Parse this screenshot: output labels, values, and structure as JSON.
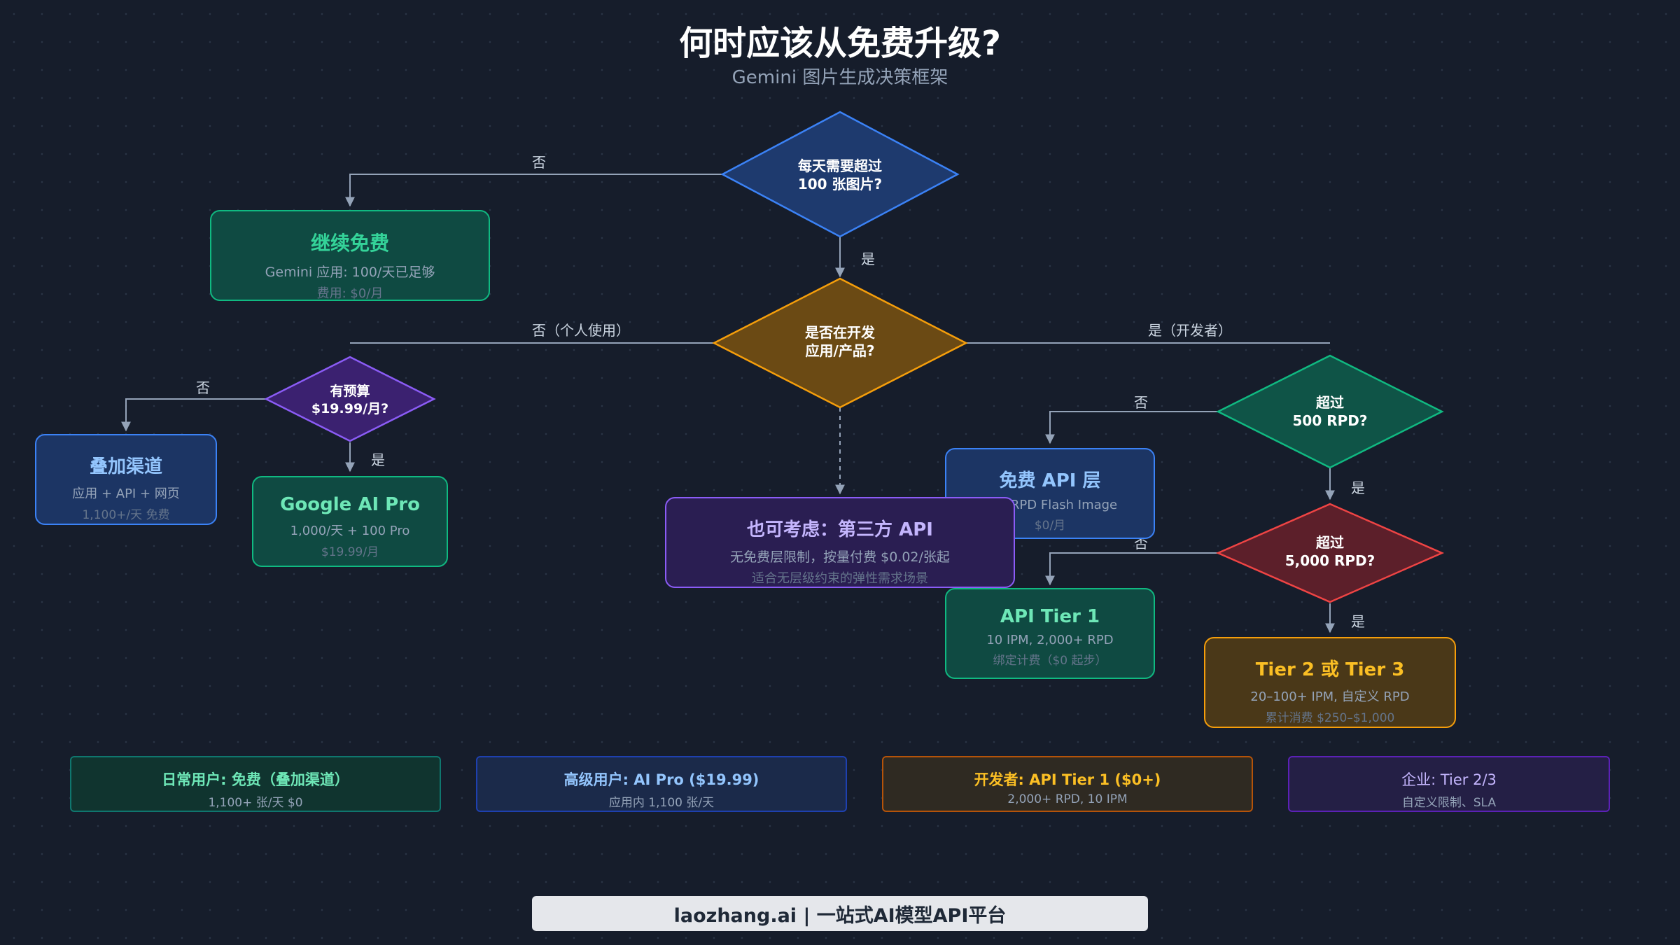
{
  "header": {
    "title": "何时应该从免费升级?",
    "subtitle": "Gemini 图片生成决策框架"
  },
  "colors": {
    "background": "#161d2b",
    "blue": "#3b82f6",
    "orange": "#f59e0b",
    "green": "#10b981",
    "purple": "#8b5cf6",
    "red": "#ef4444"
  },
  "decisions": {
    "d1": {
      "line1": "每天需要超过",
      "line2": "100 张图片?"
    },
    "d2": {
      "line1": "是否在开发",
      "line2": "应用/产品?"
    },
    "d3": {
      "line1": "有预算",
      "line2": "$19.99/月?"
    },
    "d4": {
      "line1": "超过",
      "line2": "500 RPD?"
    },
    "d5": {
      "line1": "超过",
      "line2": "5,000 RPD?"
    }
  },
  "results": {
    "free": {
      "title": "继续免费",
      "line1": "Gemini 应用: 100/天已足够",
      "line2": "费用: $0/月"
    },
    "stack": {
      "title": "叠加渠道",
      "line1": "应用 + API + 网页",
      "line2": "1,100+/天 免费"
    },
    "pro": {
      "title": "Google AI Pro",
      "line1": "1,000/天 + 100 Pro",
      "line2": "$19.99/月"
    },
    "freeapi": {
      "title": "免费 API 层",
      "line1": "500 RPD Flash Image",
      "line2": "$0/月"
    },
    "thirdparty": {
      "title": "也可考虑：第三方 API",
      "line1": "无免费层限制，按量付费 $0.02/张起",
      "line2": "适合无层级约束的弹性需求场景"
    },
    "tier1": {
      "title": "API Tier 1",
      "line1": "10 IPM, 2,000+ RPD",
      "line2": "绑定计费（$0 起步）"
    },
    "tier23": {
      "title": "Tier 2 或 Tier 3",
      "line1": "20–100+ IPM, 自定义 RPD",
      "line2": "累计消费 $250–$1,000"
    }
  },
  "edge_labels": {
    "d1_no": "否",
    "d1_yes": "是",
    "d2_no": "否（个人使用）",
    "d2_yes": "是（开发者）",
    "d3_no": "否",
    "d3_yes": "是",
    "d4_no": "否",
    "d4_yes": "是",
    "d5_no": "否",
    "d5_yes": "是"
  },
  "summary": [
    {
      "title": "日常用户: 免费（叠加渠道）",
      "line": "1,100+ 张/天 $0"
    },
    {
      "title": "高级用户: AI Pro ($19.99)",
      "line": "应用内 1,100 张/天"
    },
    {
      "title": "开发者: API Tier 1 ($0+)",
      "line": "2,000+ RPD, 10 IPM"
    },
    {
      "title": "企业: Tier 2/3",
      "line": "自定义限制、SLA"
    }
  ],
  "footer": {
    "text": "laozhang.ai | 一站式AI模型API平台"
  }
}
